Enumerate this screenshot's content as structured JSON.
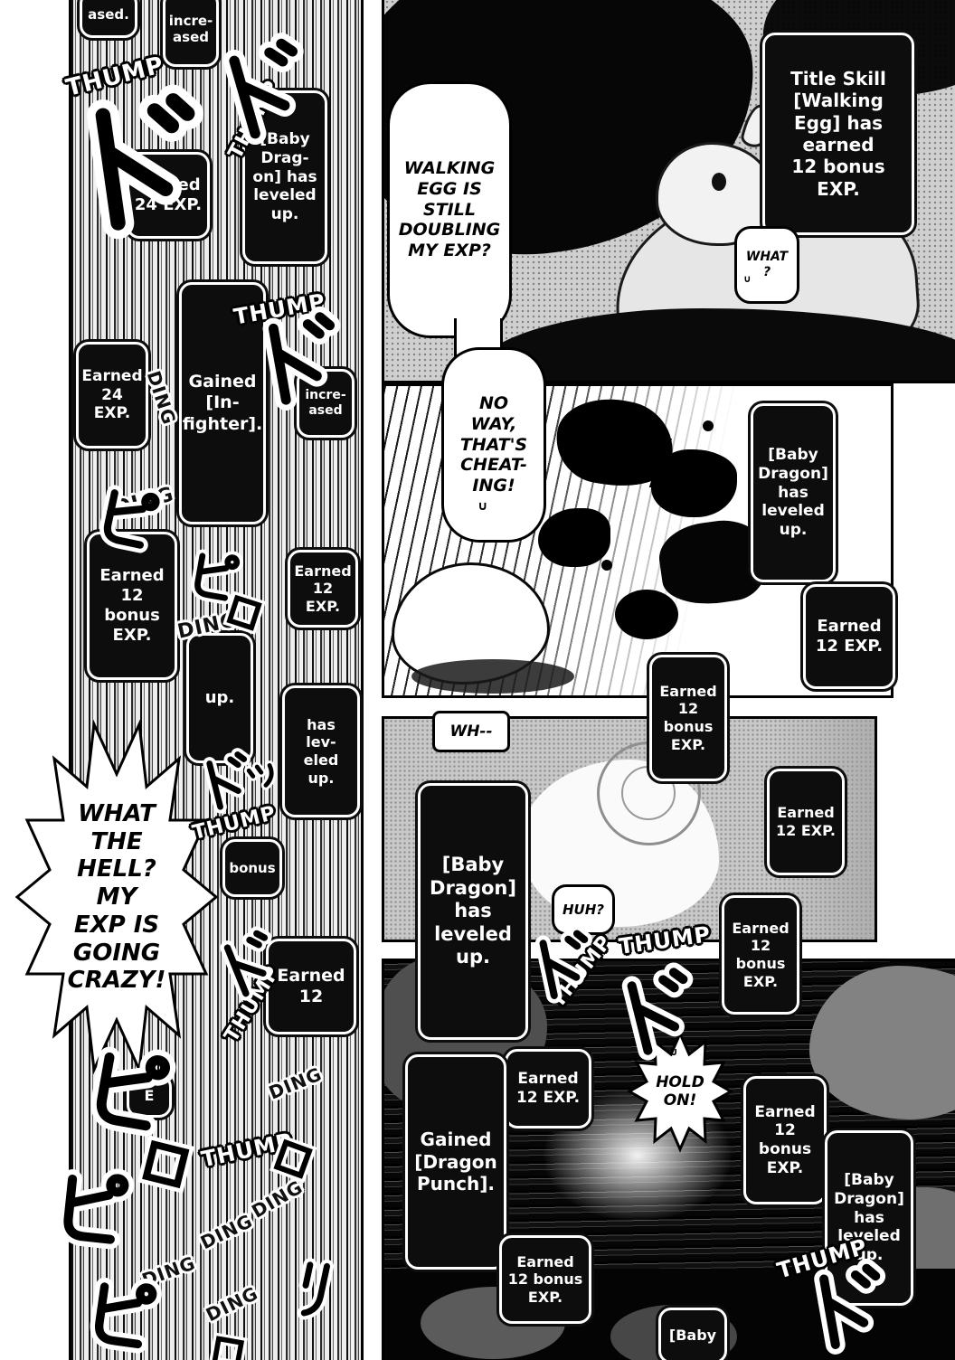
{
  "left_panel": {
    "boxes": [
      {
        "text": "ased."
      },
      {
        "text": "incre-\nased"
      },
      {
        "text": "Earned\n24 EXP."
      },
      {
        "text": "[Baby\nDrag-\non] has\nleveled\nup."
      },
      {
        "text": "Earned\n24 EXP."
      },
      {
        "text": "Gained\n[In-\nfighter]."
      },
      {
        "text": "incre-\nased"
      },
      {
        "text": "Earned\n12\nbonus\nEXP."
      },
      {
        "text": "Earned\n12 EXP."
      },
      {
        "text": "up."
      },
      {
        "text": "has\nlev-\neled\nup."
      },
      {
        "text": "bonus"
      },
      {
        "text": "Earned\n12"
      },
      {
        "text": "E"
      }
    ],
    "bubble_text": "WHAT\nTHE\nHELL?\nMY\nEXP IS\nGOING\nCRAZY!",
    "sfx": [
      {
        "text": "THUMP"
      },
      {
        "text": "THUMP"
      },
      {
        "text": "THUMP"
      },
      {
        "text": "DING"
      },
      {
        "text": "DING"
      },
      {
        "text": "DING"
      },
      {
        "text": "THUMP"
      },
      {
        "text": "THUMP"
      },
      {
        "text": "DING"
      },
      {
        "text": "THUMP"
      },
      {
        "text": "DING"
      },
      {
        "text": "DING"
      },
      {
        "text": "DING"
      },
      {
        "text": "DING"
      }
    ],
    "kana_sfx": [
      {
        "char": "ド"
      },
      {
        "char": "ド"
      },
      {
        "char": "ド"
      },
      {
        "char": "ピ"
      },
      {
        "char": "ピ"
      },
      {
        "char": "ロ"
      },
      {
        "char": "ド"
      },
      {
        "char": "ド"
      },
      {
        "char": "ピ"
      },
      {
        "char": "ロ"
      },
      {
        "char": "ピ"
      },
      {
        "char": "ロ"
      },
      {
        "char": "リ"
      },
      {
        "char": "ピ"
      },
      {
        "char": "ロ"
      },
      {
        "char": "ッ"
      }
    ]
  },
  "panel1": {
    "bubble_walking": "WALKING\nEGG IS\nSTILL\nDOUBLING\nMY EXP?",
    "box_title_skill": "Title Skill\n[Walking\nEgg] has\nearned\n12 bonus\nEXP.",
    "bubble_what": "WHAT\n?",
    "breath_mark": "∪"
  },
  "panel2": {
    "bubble_no_way": "NO\nWAY,\nTHAT'S\nCHEAT-\nING!",
    "breath_mark": "∪",
    "box_level_up": "[Baby\nDragon]\nhas\nleveled\nup.",
    "box_earned_12": "Earned\n12 EXP.",
    "box_bonus": "Earned\n12\nbonus\nEXP."
  },
  "panel3": {
    "caption_wh": "WH--",
    "box_level_up": "[Baby\nDragon]\nhas\nleveled\nup.",
    "bubble_huh": "HUH?",
    "box_earned_12": "Earned\n12 EXP.",
    "box_bonus": "Earned\n12\nbonus\nEXP.",
    "sfx": [
      {
        "text": "THUMP"
      },
      {
        "text": "THUMP"
      }
    ],
    "kana_sfx": [
      {
        "char": "ド"
      },
      {
        "char": "ド"
      }
    ]
  },
  "panel4": {
    "box_earned_12": "Earned\n12 EXP.",
    "bubble_hold_on": "HOLD\nON!",
    "breath_mark": "∪",
    "box_gained": "Gained\n[Dragon\nPunch].",
    "box_bonus_right": "Earned\n12\nbonus\nEXP.",
    "box_level_up": "[Baby\nDragon]\nhas\nleveled\nup.",
    "box_bonus_bottom": "Earned\n12 bonus\nEXP.",
    "box_baby_partial": "[Baby",
    "sfx": [
      {
        "text": "THUMP"
      }
    ],
    "kana_sfx": [
      {
        "char": "ド"
      }
    ]
  },
  "colors": {
    "box_bg": "#0d0d0d",
    "box_text": "#ffffff",
    "panel_border": "#000000"
  }
}
